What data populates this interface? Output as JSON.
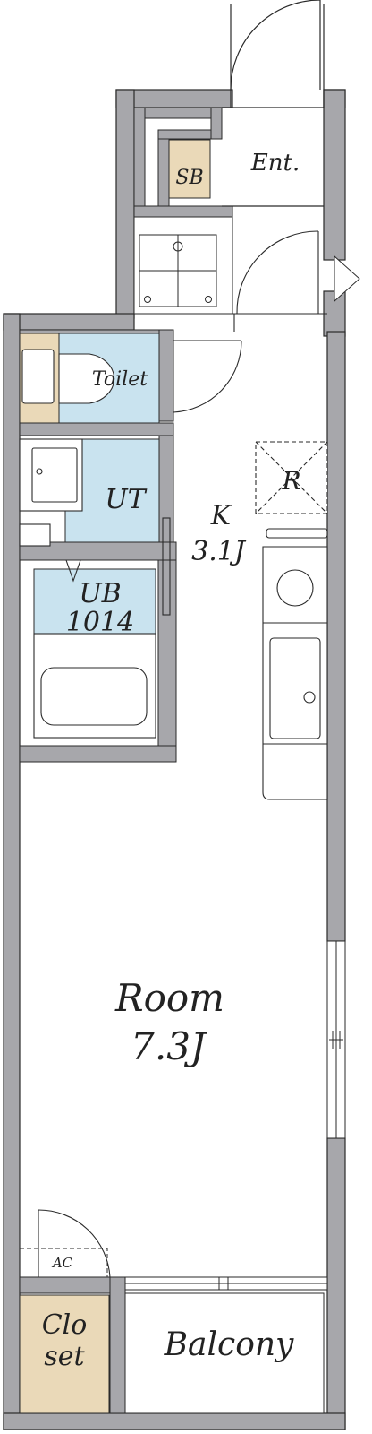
{
  "rooms": {
    "entrance": "Ent.",
    "shoe_box": "SB",
    "toilet": "Toilet",
    "utility": "UT",
    "bath_name": "UB",
    "bath_size": "1014",
    "kitchen_name": "K",
    "kitchen_size": "3.1J",
    "refrigerator": "R",
    "room_name": "Room",
    "room_size": "7.3J",
    "aircon": "AC",
    "closet_line1": "Clo",
    "closet_line2": "set",
    "balcony": "Balcony"
  },
  "colors": {
    "wall": "#a7a7ab",
    "line": "#2a2a2a",
    "wet_area": "#c9e3ef",
    "storage": "#ead9b8"
  }
}
